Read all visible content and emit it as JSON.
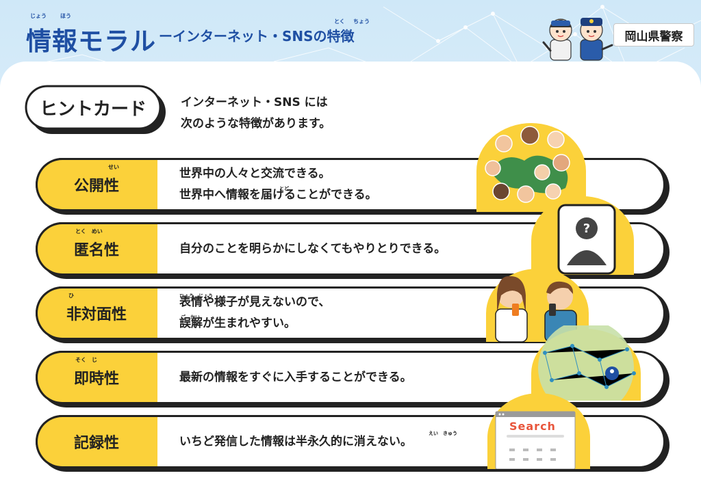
{
  "header": {
    "title_main": "情報モラル",
    "title_sub": "ーインターネット・SNSの特徴",
    "ruby_jou": "じょう",
    "ruby_hou": "ほう",
    "ruby_toku": "とく",
    "ruby_chou": "ちょう",
    "police": "岡山県警察"
  },
  "hint": {
    "badge": "ヒントカード",
    "line1": "インターネット・SNS には",
    "line2": "次のような特徴があります。"
  },
  "rows": [
    {
      "label": "公開性",
      "ruby": "せい",
      "lines": [
        "世界中の人々と交流できる。",
        "世界中へ情報を届けることができる。"
      ],
      "desc_ruby": "とど"
    },
    {
      "label": "匿名性",
      "ruby": "とく　めい",
      "lines": [
        "自分のことを明らかにしなくてもやりとりできる。"
      ]
    },
    {
      "label": "非対面性",
      "ruby": "ひ",
      "lines": [
        "表情や様子が見えないので、",
        "誤解が生まれやすい。"
      ],
      "desc_ruby": "ひょう　じょう",
      "desc_ruby2": "ご　かい"
    },
    {
      "label": "即時性",
      "ruby": "そく　じ",
      "lines": [
        "最新の情報をすぐに入手することができる。"
      ]
    },
    {
      "label": "記録性",
      "ruby": "",
      "lines": [
        "いちど発信した情報は半永久的に消えない。"
      ],
      "desc_ruby": "えい　きゅう"
    }
  ],
  "search_word": "Search",
  "colors": {
    "accent_yellow": "#fbd13a",
    "title_blue": "#1f4fa3",
    "outline": "#222222"
  }
}
